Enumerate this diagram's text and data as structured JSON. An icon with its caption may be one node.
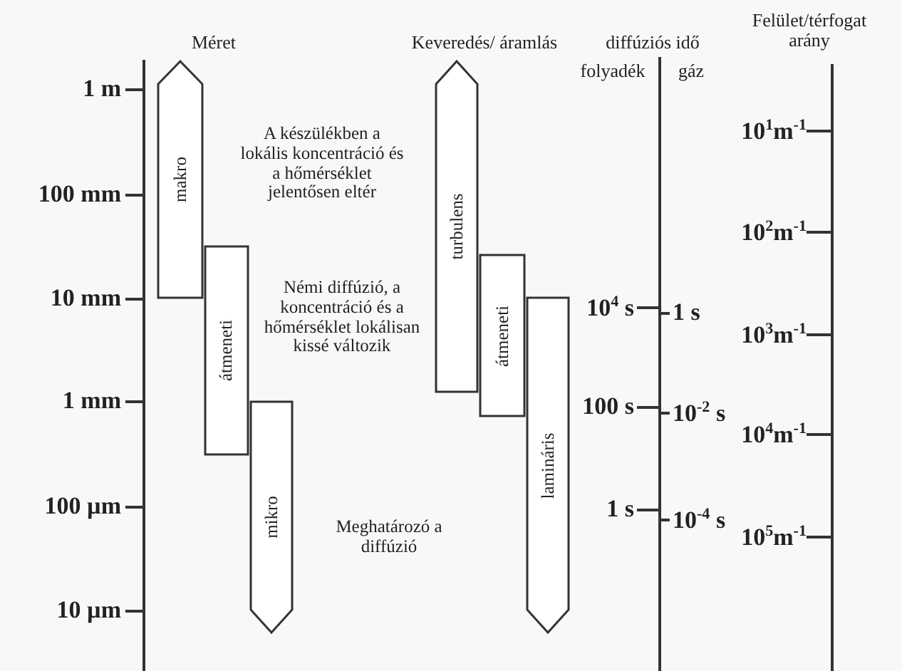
{
  "diagram": {
    "nodes": [
      {
        "text": [
          "makro"
        ]
      },
      {
        "text": [
          "átmeneti"
        ]
      },
      {
        "text": [
          "mikro"
        ]
      },
      {
        "text": [
          "turbulens"
        ]
      },
      {
        "text": [
          "átmeneti"
        ]
      },
      {
        "text": [
          "lamináris"
        ]
      }
    ],
    "labels": [
      "Méret",
      "Keveredés/ áramlás",
      "diffúziós idő",
      "Felület/térfogat arány",
      "folyadék",
      "gáz",
      "1 m",
      "10$^{1}$m$^{-1}$",
      "A készülékben a lokális koncentráció és a hőmérséklet jelentősen eltér",
      "100 mm",
      "10$^{2}$m$^{-1}$",
      "Némi diffúzió, a koncentráció és a hőmérséklet lokálisan kissé változik",
      "10 mm",
      "10$^{4}$ s",
      "1 s",
      "10$^{3}$m$^{-1}$",
      "1 mm",
      "100 s",
      "10$^{-2}$ s",
      "10$^{4}$m$^{-1}$",
      "100 µm",
      "Meghatározó a diffúzió",
      "1 s",
      "10$^{-4}$ s",
      "10$^{5}$m$^{-1}$",
      "10 µm"
    ]
  }
}
